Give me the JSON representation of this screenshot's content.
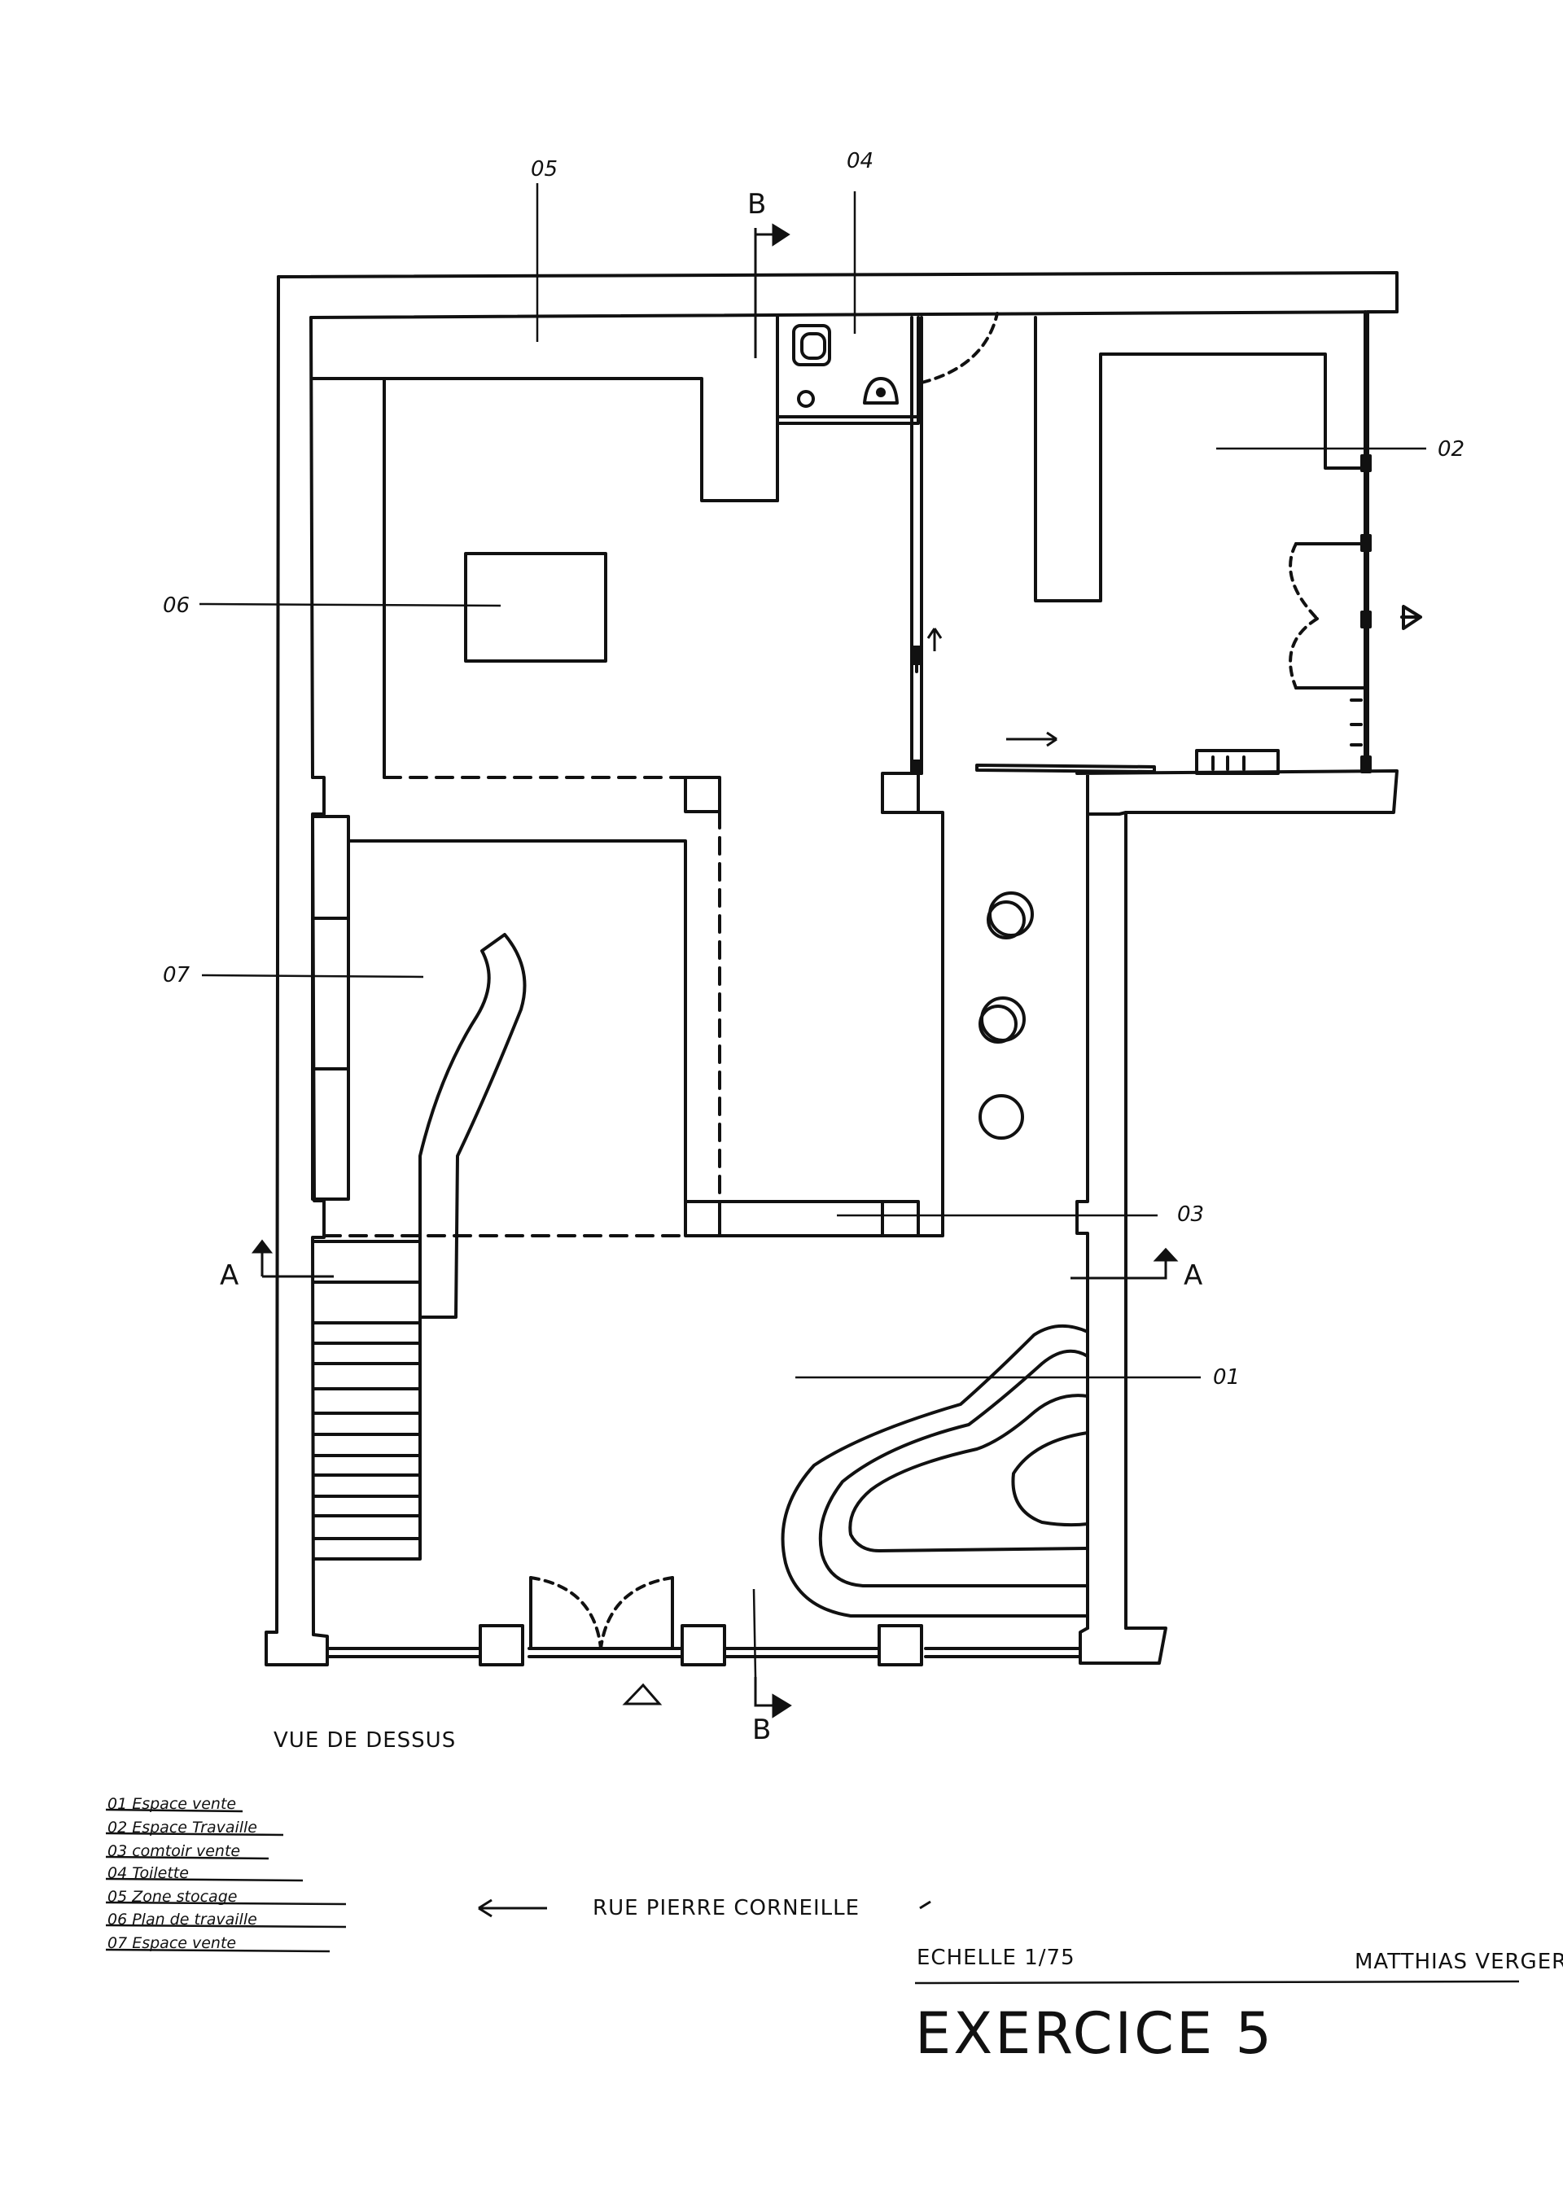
{
  "drawing": {
    "view_label": "VUE DE DESSUS",
    "street_label": "RUE PIERRE CORNEILLE",
    "scale_label": "ECHELLE 1/75",
    "author": "MATTHIAS VERGER",
    "title": "EXERCICE 5"
  },
  "callouts": {
    "c01": "01",
    "c02": "02",
    "c03": "03",
    "c04": "04",
    "c05": "05",
    "c06": "06",
    "c07": "07"
  },
  "sections": {
    "a_left": "A",
    "a_right": "A",
    "b_top": "B",
    "b_bottom": "B"
  },
  "legend": {
    "items": [
      "01 Espace vente",
      "02 Espace Travaille",
      "03 comtoir vente",
      "04 Toilette",
      "05 Zone stocage",
      "06 Plan de travaille",
      "07 Espace vente"
    ]
  },
  "colors": {
    "ink": "#111111",
    "paper": "#ffffff"
  }
}
